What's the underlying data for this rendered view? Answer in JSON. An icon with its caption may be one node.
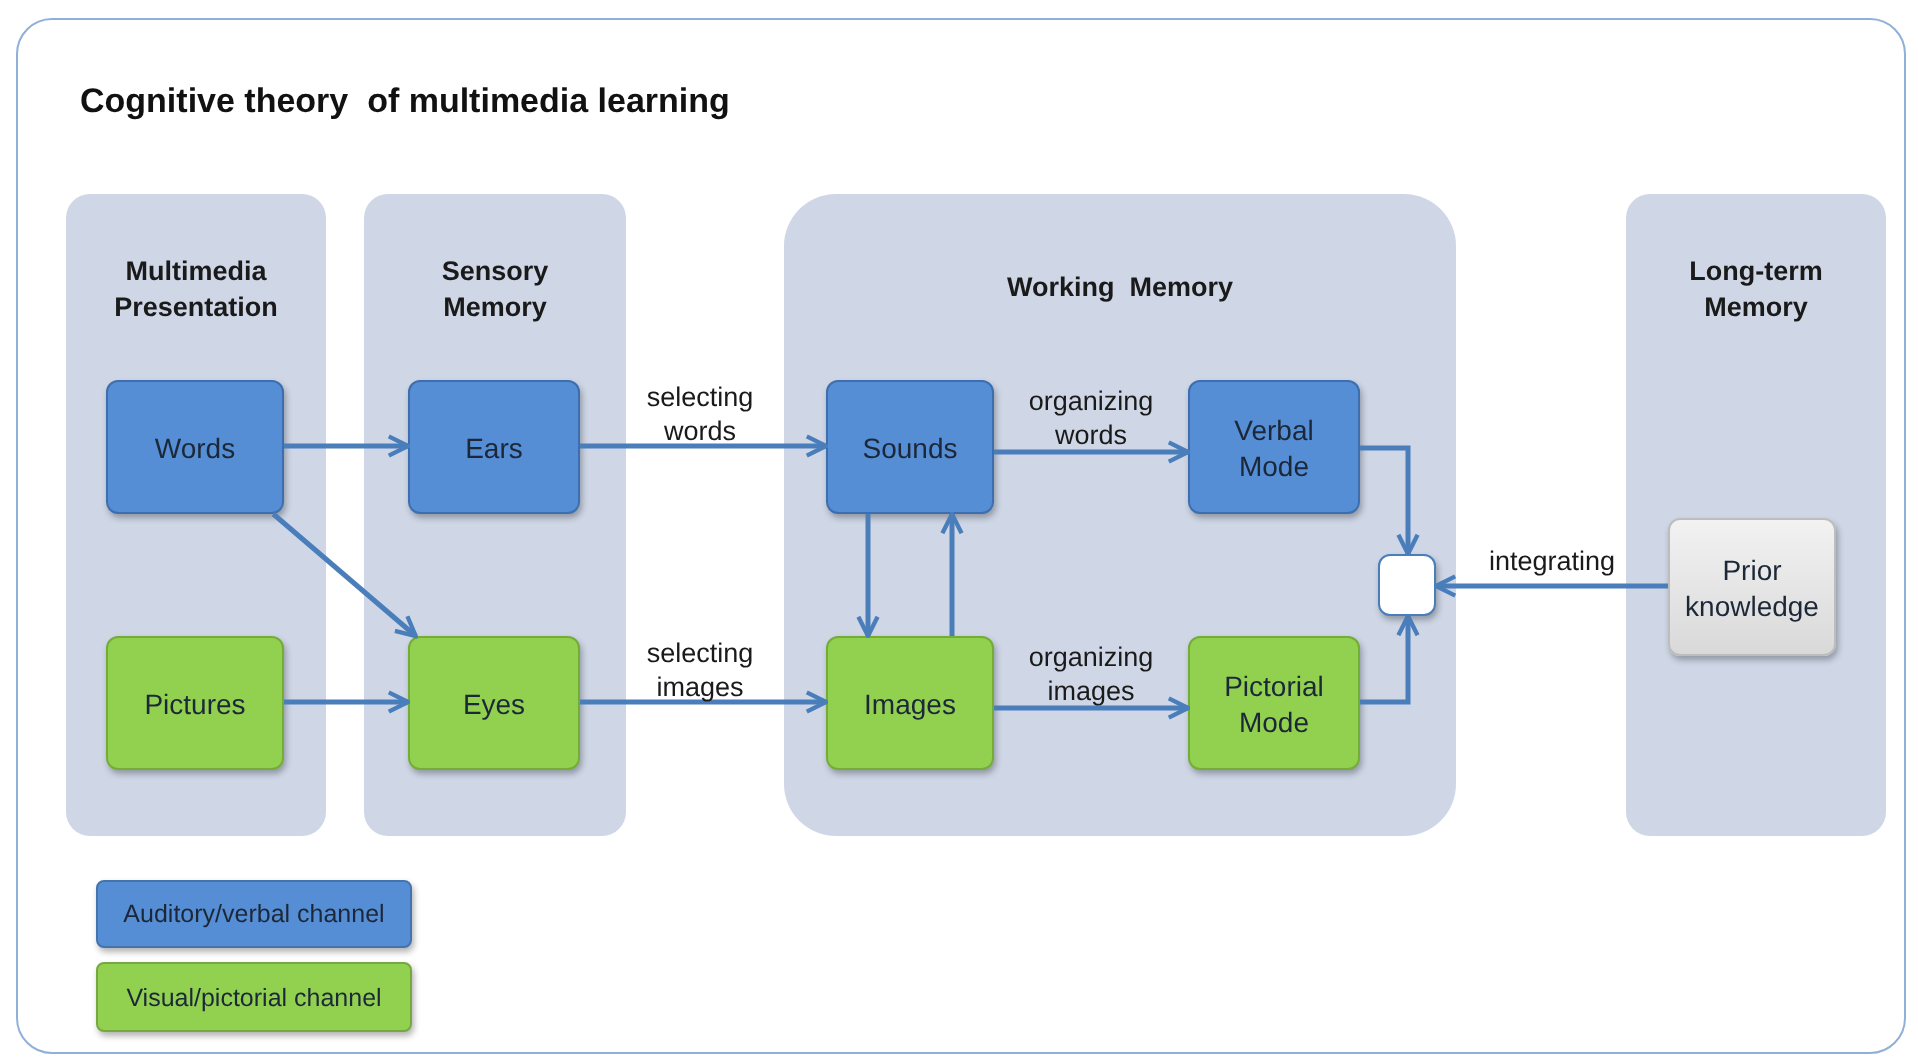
{
  "diagram": {
    "title": "Cognitive theory  of multimedia learning",
    "nodes": [
      {
        "text": [
          "Multimedia Presentation"
        ]
      },
      {
        "text": [
          "Words"
        ],
        "in": 0
      },
      {
        "text": [
          "Pictures"
        ],
        "in": 0
      },
      {
        "text": [
          "Sensory Memory"
        ]
      },
      {
        "text": [
          "Ears"
        ],
        "in": 3
      },
      {
        "text": [
          "Eyes"
        ],
        "in": 3
      },
      {
        "text": [
          "Working  Memory"
        ]
      },
      {
        "text": [
          "Sounds"
        ],
        "in": 6
      },
      {
        "text": [
          "Images"
        ],
        "in": 6
      },
      {
        "text": [
          "Verbal Mode"
        ],
        "in": 6
      },
      {
        "text": [
          "Pictorial Mode"
        ],
        "in": 6
      },
      {
        "text": [],
        "shape": "box",
        "in": 6
      },
      {
        "text": [
          "Long-term Memory"
        ]
      },
      {
        "text": [
          "Prior knowledge"
        ],
        "in": 12
      }
    ],
    "edges": [
      {
        "from": 1,
        "to": 4,
        "arrow": "to"
      },
      {
        "from": 1,
        "to": 5,
        "arrow": "to"
      },
      {
        "from": 2,
        "to": 5,
        "arrow": "to"
      },
      {
        "from": 4,
        "to": 7,
        "arrow": "to",
        "label": "selecting words"
      },
      {
        "from": 5,
        "to": 8,
        "arrow": "to",
        "label": "selecting images"
      },
      {
        "from": 7,
        "to": 8,
        "arrow": "to"
      },
      {
        "from": 8,
        "to": 7,
        "arrow": "to"
      },
      {
        "from": 7,
        "to": 9,
        "arrow": "to",
        "label": "organizing words"
      },
      {
        "from": 8,
        "to": 10,
        "arrow": "to",
        "label": "organizing images"
      },
      {
        "from": 9,
        "to": 11,
        "arrow": "to"
      },
      {
        "from": 10,
        "to": 11,
        "arrow": "to"
      },
      {
        "from": 13,
        "to": 11,
        "arrow": "to",
        "label": "integrating"
      }
    ],
    "legend": [
      {
        "text": "Auditory/verbal channel",
        "color": "#558ed5"
      },
      {
        "text": "Visual/pictorial channel",
        "color": "#92d050"
      }
    ]
  }
}
